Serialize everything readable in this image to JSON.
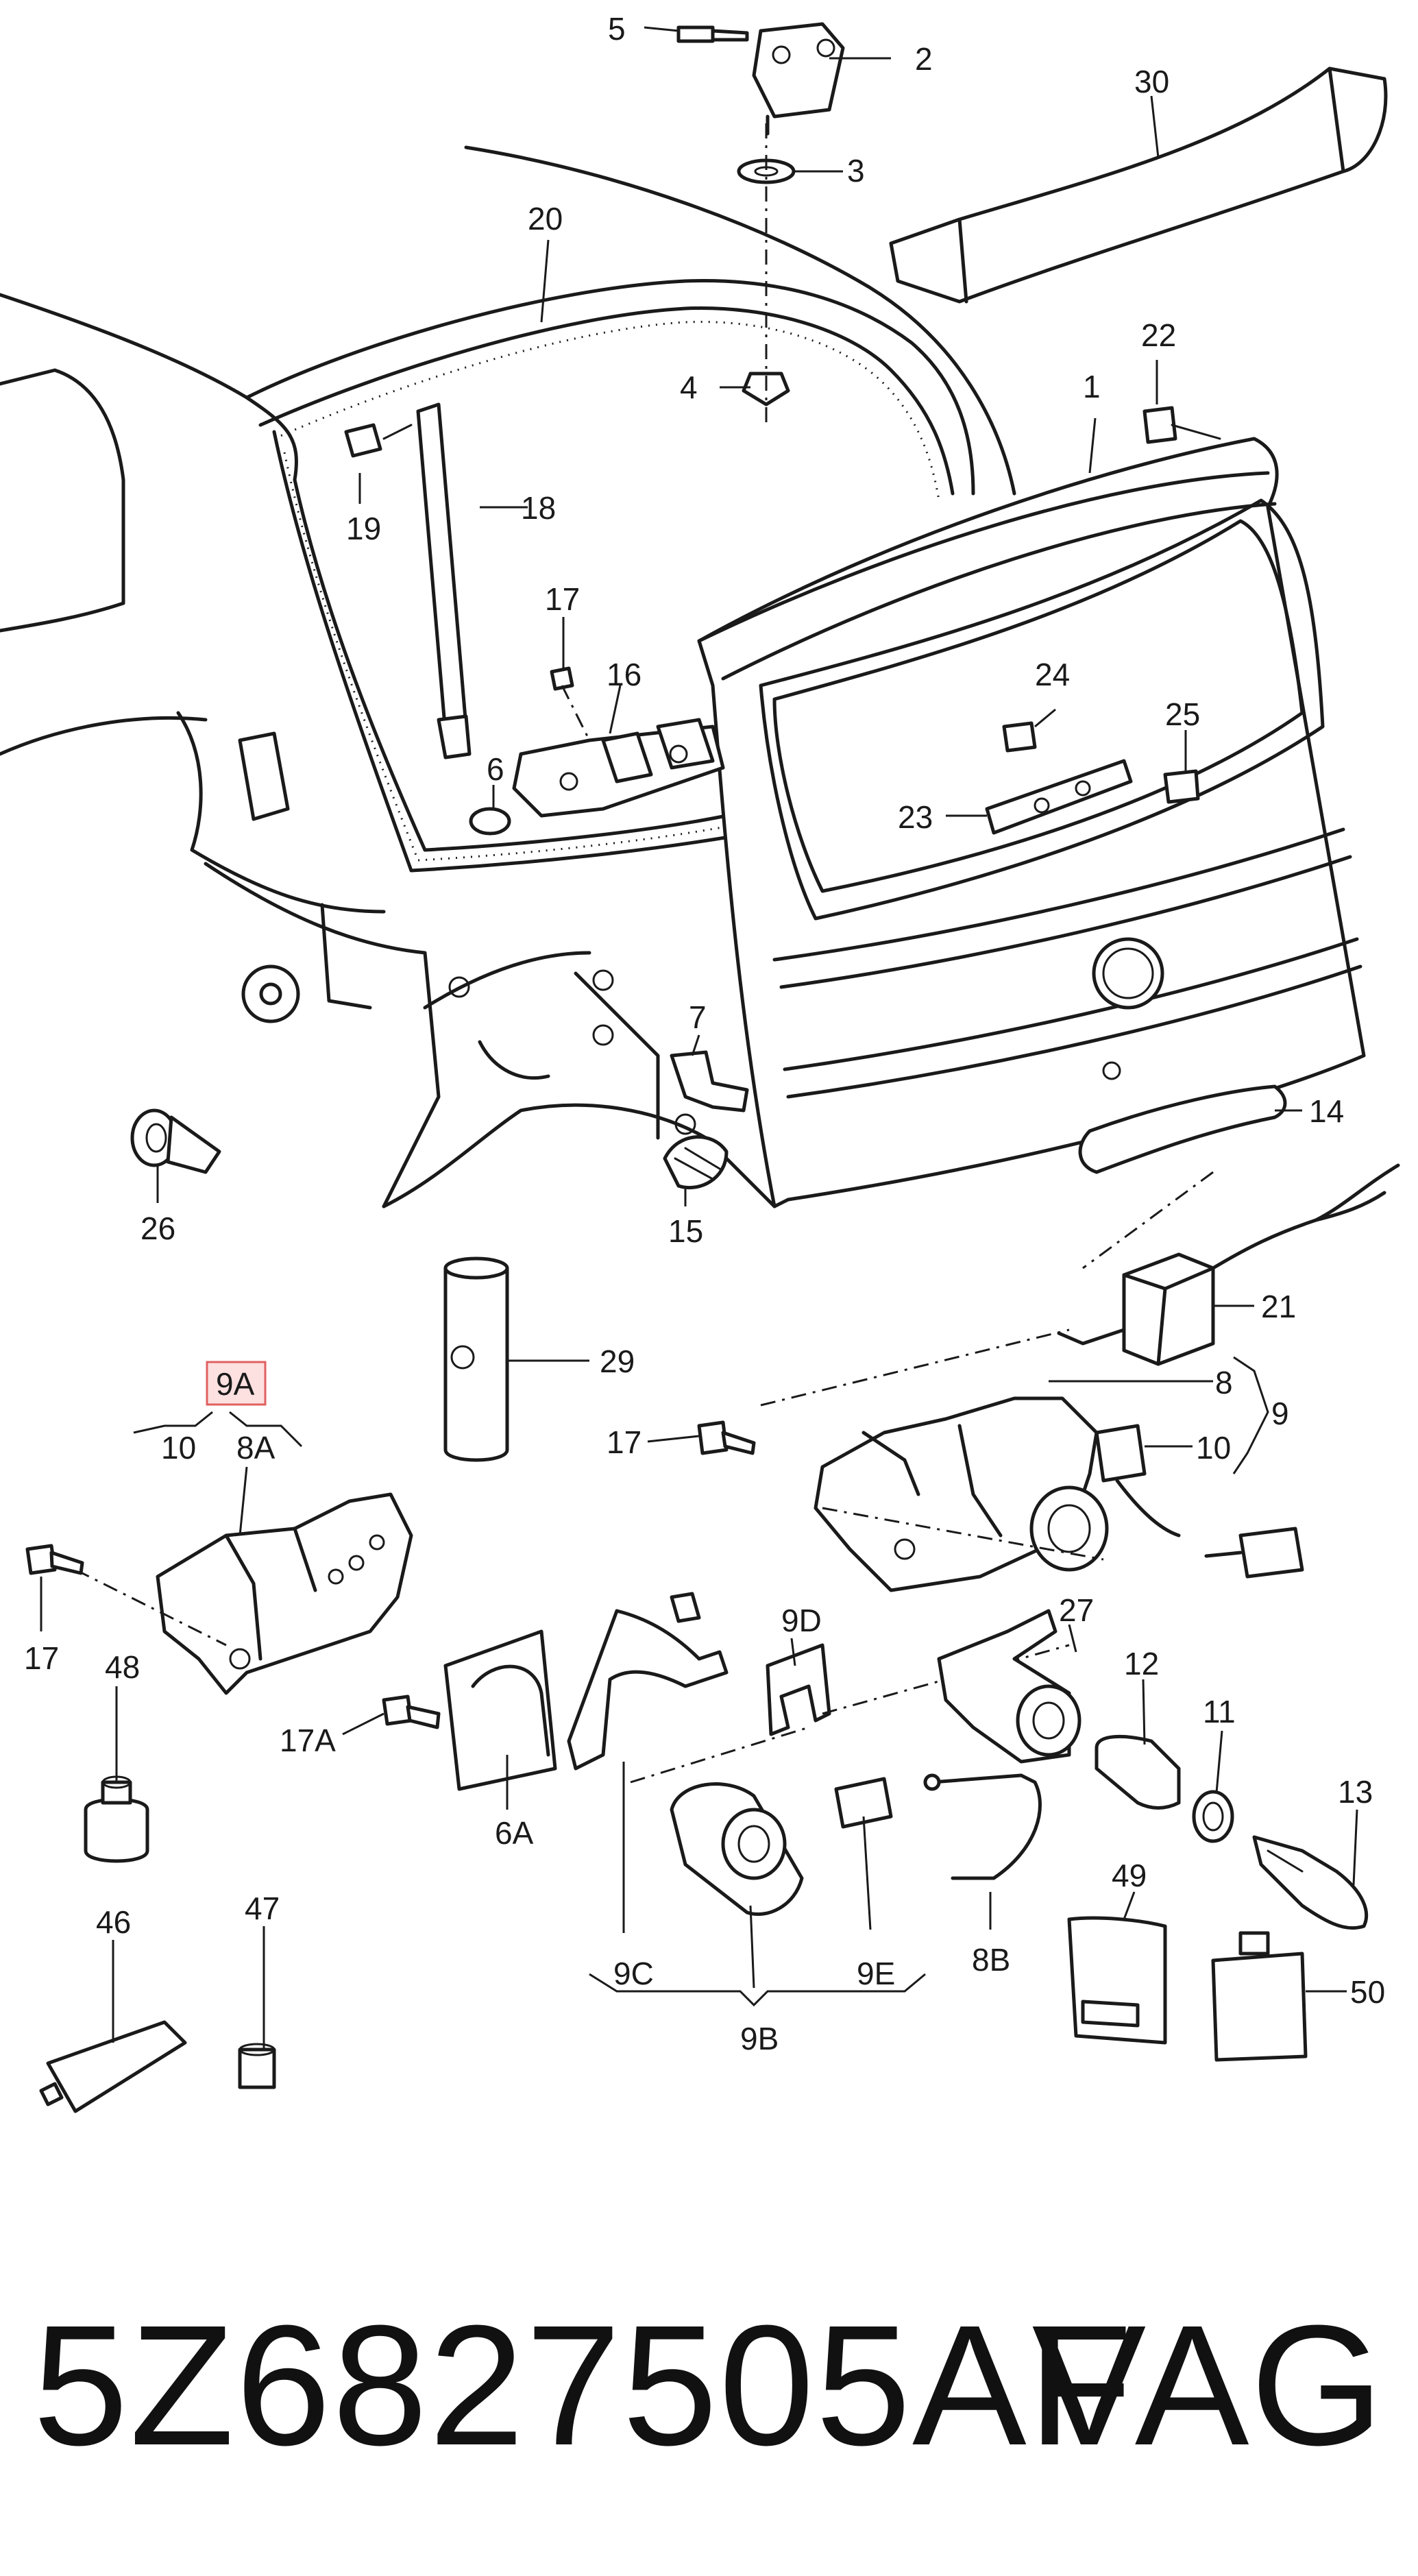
{
  "diagram": {
    "labels": {
      "l1": "1",
      "l2": "2",
      "l3": "3",
      "l4": "4",
      "l5": "5",
      "l6": "6",
      "l7": "7",
      "l8": "8",
      "l9": "9",
      "l10a": "10",
      "l10b": "10",
      "l11": "11",
      "l12": "12",
      "l13": "13",
      "l14": "14",
      "l15": "15",
      "l16": "16",
      "l17a": "17",
      "l17b": "17",
      "l17c": "17",
      "l17A": "17A",
      "l18": "18",
      "l19": "19",
      "l20": "20",
      "l21": "21",
      "l22": "22",
      "l23": "23",
      "l24": "24",
      "l25": "25",
      "l26": "26",
      "l27": "27",
      "l29": "29",
      "l30": "30",
      "l46": "46",
      "l47": "47",
      "l48": "48",
      "l49": "49",
      "l50": "50",
      "l6A": "6A",
      "l8A": "8A",
      "l8B": "8B",
      "l9A": "9A",
      "l9B": "9B",
      "l9C": "9C",
      "l9D": "9D",
      "l9E": "9E"
    },
    "highlighted_label": "9A",
    "highlight_color": "#fde0e0"
  },
  "footer": {
    "part_number": "5Z6827505AF",
    "brand": "VAG"
  }
}
